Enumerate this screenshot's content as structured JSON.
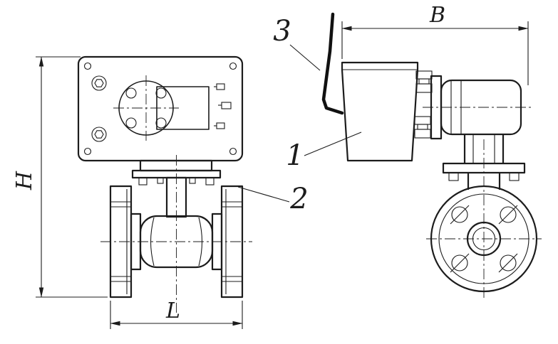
{
  "page": {
    "background_color": "#ffffff",
    "line_color": "#1c1c1c"
  },
  "drawing": {
    "type": "technical-drawing",
    "subject": "flanged ball valve with electric actuator, two orthographic views",
    "dimensions": {
      "height_label": "H",
      "length_label": "L",
      "width_label": "B"
    },
    "part_numbers": {
      "item1": "1",
      "item2": "2",
      "item3": "3"
    }
  }
}
